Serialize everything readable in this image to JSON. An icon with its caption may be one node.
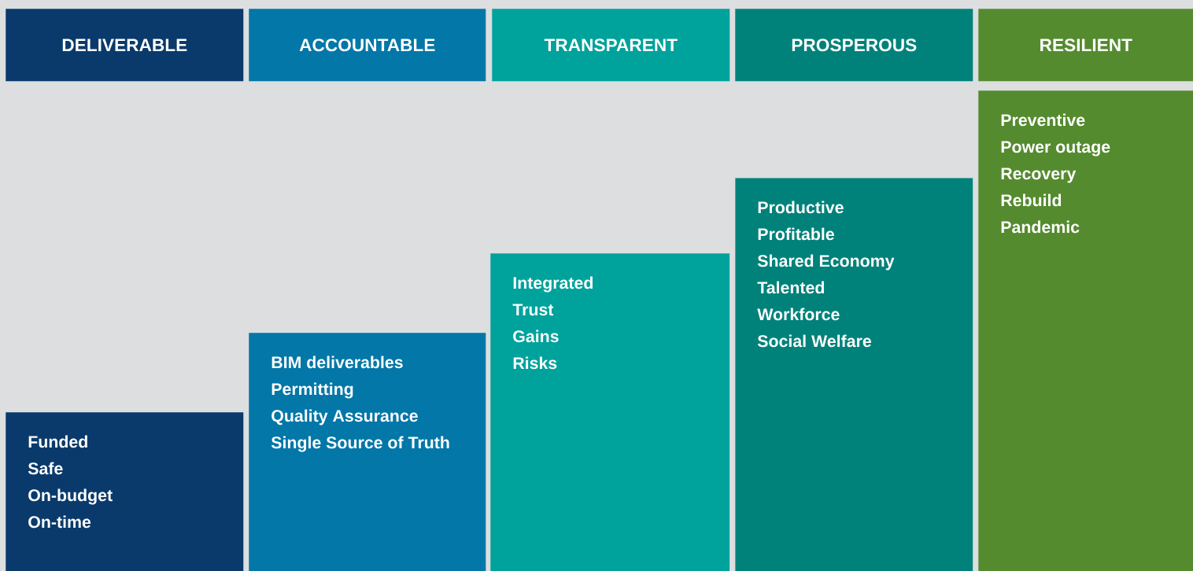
{
  "diagram": {
    "nodes": [
      {
        "text": [
          "DELIVERABLE"
        ]
      },
      {
        "text": [
          "ACCOUNTABLE"
        ]
      },
      {
        "text": [
          "TRANSPARENT"
        ]
      },
      {
        "text": [
          "PROSPEROUS"
        ]
      },
      {
        "text": [
          "RESILIENT"
        ]
      },
      {
        "text": [
          "Funded",
          "Safe",
          "On-budget",
          "On-time"
        ]
      },
      {
        "text": [
          "BIM deliverables",
          "Permitting",
          "Quality Assurance",
          "Single Source of Truth"
        ]
      },
      {
        "text": [
          "Integrated",
          "Trust",
          "Gains",
          "Risks"
        ]
      },
      {
        "text": [
          "Productive",
          "Profitable",
          "Shared Economy",
          "Talented",
          "Workforce",
          "Social Welfare"
        ]
      },
      {
        "text": [
          "Preventive",
          "Power outage",
          "Recovery",
          "Rebuild",
          "Pandemic"
        ]
      }
    ],
    "edges": []
  }
}
